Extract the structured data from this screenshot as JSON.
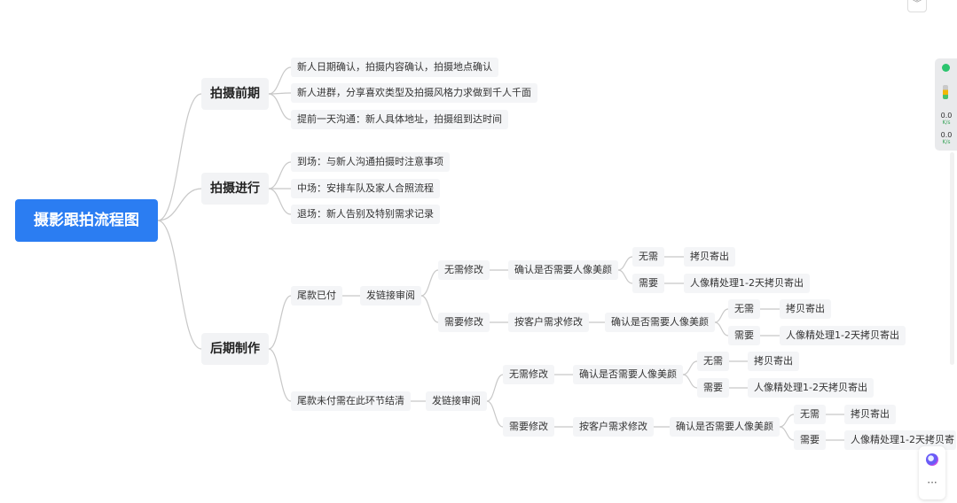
{
  "mindmap": {
    "root": "摄影跟拍流程图",
    "branch1": {
      "label": "拍摄前期",
      "items": [
        "新人日期确认，拍摄内容确认，拍摄地点确认",
        "新人进群，分享喜欢类型及拍摄风格力求做到千人千面",
        "提前一天沟通：新人具体地址，拍摄组到达时间"
      ]
    },
    "branch2": {
      "label": "拍摄进行",
      "items": [
        "到场：与新人沟通拍摄时注意事项",
        "中场：安排车队及家人合照流程",
        "退场：新人告别及特别需求记录"
      ]
    },
    "branch3": {
      "label": "后期制作",
      "paid": {
        "label": "尾款已付",
        "review": "发链接审阅",
        "no_mod": "无需修改",
        "no_mod_confirm": "确认是否需要人像美颜",
        "no_mod_no": "无需",
        "no_mod_no_result": "拷贝寄出",
        "no_mod_yes": "需要",
        "no_mod_yes_result": "人像精处理1-2天拷贝寄出",
        "mod": "需要修改",
        "mod_action": "按客户需求修改",
        "mod_confirm": "确认是否需要人像美颜",
        "mod_no": "无需",
        "mod_no_result": "拷贝寄出",
        "mod_yes": "需要",
        "mod_yes_result": "人像精处理1-2天拷贝寄出"
      },
      "unpaid": {
        "label": "尾款未付需在此环节结清",
        "review": "发链接审阅",
        "no_mod": "无需修改",
        "no_mod_confirm": "确认是否需要人像美颜",
        "no_mod_no": "无需",
        "no_mod_no_result": "拷贝寄出",
        "no_mod_yes": "需要",
        "no_mod_yes_result": "人像精处理1-2天拷贝寄出",
        "mod": "需要修改",
        "mod_action": "按客户需求修改",
        "mod_confirm": "确认是否需要人像美颜",
        "mod_no": "无需",
        "mod_no_result": "拷贝寄出",
        "mod_yes": "需要",
        "mod_yes_result": "人像精处理1-2天拷贝寄"
      }
    }
  },
  "speed_widget": {
    "upload_value": "0.0",
    "upload_unit": "K/s",
    "download_value": "0.0",
    "download_unit": "K/s"
  },
  "fab": {
    "more_label": "···"
  },
  "icons": {
    "collapse": "double-chevron-down-icon",
    "assistant": "ai-assistant-icon"
  },
  "colors": {
    "root": "#2b7df2",
    "line": "#c8c8c8",
    "node_bg": "#f4f5f7"
  }
}
